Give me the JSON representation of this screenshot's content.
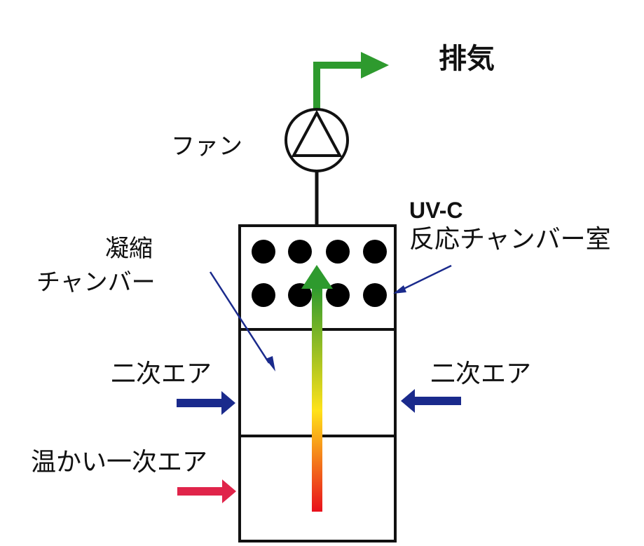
{
  "labels": {
    "exhaust": "排気",
    "fan": "ファン",
    "uvc": "UV-C",
    "uvc_chamber": "反応チャンバー室",
    "condensation_line1": "凝縮",
    "condensation_line2": "チャンバー",
    "secondary_air_left": "二次エア",
    "secondary_air_right": "二次エア",
    "warm_primary_air": "温かい一次エア"
  },
  "colors": {
    "exhaust_arrow": "#2e9a2e",
    "secondary_air_arrow": "#1a2a8c",
    "primary_air_arrow": "#e0244a",
    "pointer_line": "#1a2a8c",
    "flow_gradient_bottom": "#e8101c",
    "flow_gradient_middle": "#ffe21a",
    "flow_gradient_top": "#2e9a2e",
    "uv_lamp": "#000000"
  },
  "icons": {
    "fan": "fan-icon",
    "uv_lamp": "uv-lamp-icon"
  }
}
